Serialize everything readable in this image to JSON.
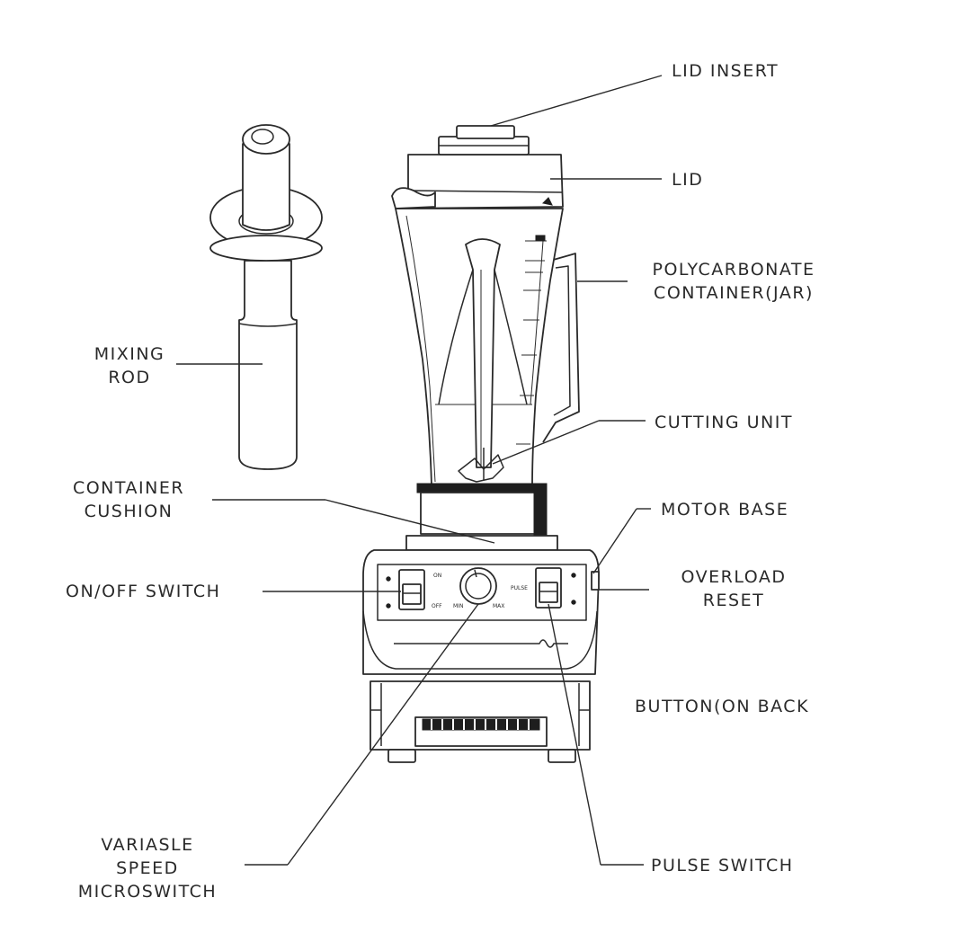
{
  "labels": {
    "lid_insert": "LID INSERT",
    "lid": "LID",
    "container_jar": [
      "POLYCARBONATE",
      "CONTAINER(JAR)"
    ],
    "mixing_rod": [
      "MIXING",
      "ROD"
    ],
    "cutting_unit": "CUTTING UNIT",
    "container_cushion": [
      "CONTAINER",
      "CUSHION"
    ],
    "motor_base": "MOTOR BASE",
    "on_off_switch": "ON/OFF SWITCH",
    "overload_reset": [
      "OVERLOAD",
      "RESET"
    ],
    "button_on_back": "BUTTON(ON BACK",
    "variable_speed": [
      "VARIASLE",
      "SPEED",
      "MICROSWITCH"
    ],
    "pulse_switch": "PULSE SWITCH"
  },
  "panel_marks": {
    "on": "ON",
    "off": "OFF",
    "min": "MIN",
    "max": "MAX",
    "pulse": "PULSE"
  }
}
